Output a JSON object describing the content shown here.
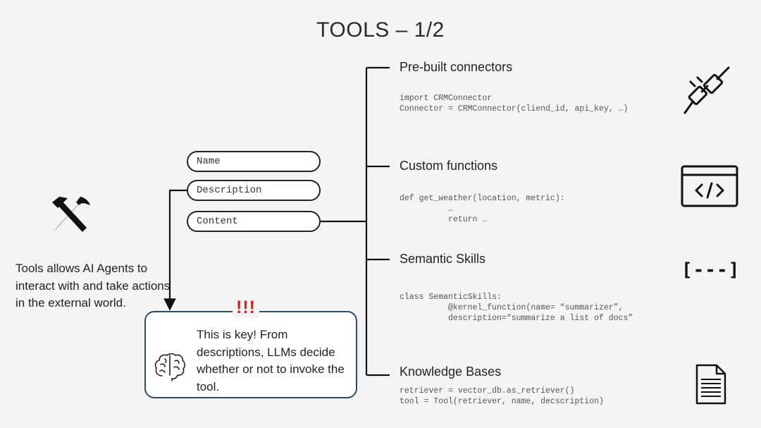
{
  "title": "TOOLS – 1/2",
  "pills": {
    "name": "Name",
    "description": "Description",
    "content": "Content"
  },
  "left_description": "Tools allows AI Agents to interact with and take actions in the external world.",
  "callout": {
    "marker": "!!!",
    "text": "This is key! From descriptions, LLMs decide whether or not to invoke the tool."
  },
  "sections": [
    {
      "title": "Pre-built connectors",
      "code": "import CRMConnector\nConnector = CRMConnector(cliend_id, api_key, …)",
      "icon": "plug-icon"
    },
    {
      "title": "Custom functions",
      "code": "def get_weather(location, metric):\n          …\n          return …",
      "icon": "code-window-icon"
    },
    {
      "title": "Semantic Skills",
      "code": "class SemanticSkills:\n          @kernel_function(name= “summarizer”,\n          description=“summarize a list of docs”",
      "icon": "bracket-icon",
      "icon_text": "[---]"
    },
    {
      "title": "Knowledge Bases",
      "code": "retriever = vector_db.as_retriever()\ntool = Tool(retriever, name, decscription)",
      "icon": "document-icon"
    }
  ],
  "icons": {
    "tools": "hammer-pick-icon",
    "brain": "brain-icon"
  }
}
